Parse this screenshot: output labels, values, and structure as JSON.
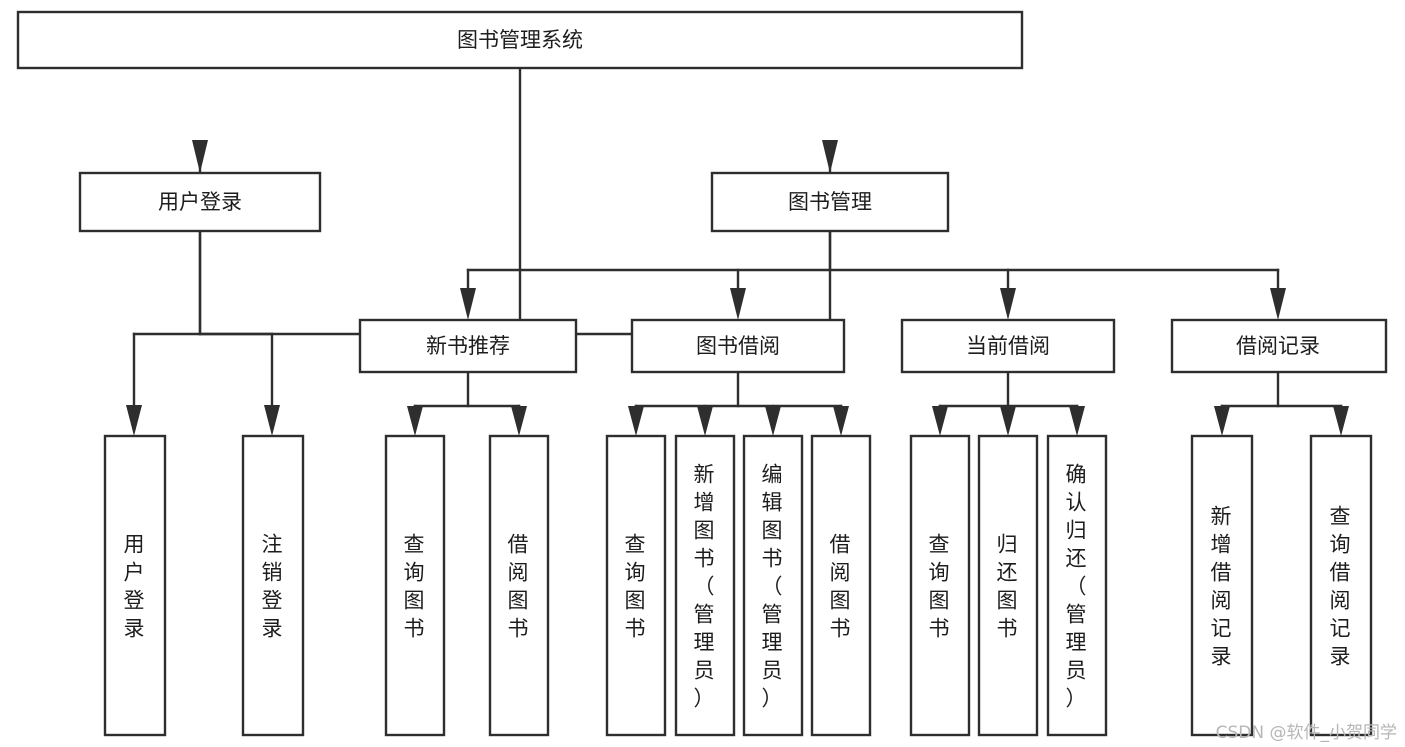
{
  "diagram": {
    "type": "tree-hierarchy",
    "title": "图书管理系统",
    "background_color": "#ffffff",
    "line_color": "#2e2e2e",
    "box_fill": "#ffffff",
    "text_color": "#1d1d1d",
    "orientation": "top-down",
    "root": {
      "id": "root",
      "label": "图书管理系统",
      "text_direction": "horizontal"
    },
    "level2": [
      {
        "id": "user-login",
        "label": "用户登录",
        "text_direction": "horizontal"
      },
      {
        "id": "book-manage",
        "label": "图书管理",
        "text_direction": "horizontal"
      }
    ],
    "level3": [
      {
        "id": "new-book-recommend",
        "label": "新书推荐",
        "parent": "book-manage",
        "text_direction": "horizontal"
      },
      {
        "id": "book-borrow",
        "label": "图书借阅",
        "parent": "book-manage",
        "text_direction": "horizontal"
      },
      {
        "id": "current-borrow",
        "label": "当前借阅",
        "parent": "book-manage",
        "text_direction": "horizontal"
      },
      {
        "id": "borrow-record",
        "label": "借阅记录",
        "parent": "book-manage",
        "text_direction": "horizontal"
      }
    ],
    "leaves": [
      {
        "id": "leaf-user-login",
        "label": "用户登录",
        "parent": "user-login",
        "text_direction": "vertical"
      },
      {
        "id": "leaf-logout-login",
        "label": "注销登录",
        "parent": "user-login",
        "text_direction": "vertical"
      },
      {
        "id": "leaf-query-book-1",
        "label": "查询图书",
        "parent": "new-book-recommend",
        "text_direction": "vertical"
      },
      {
        "id": "leaf-borrow-book-1",
        "label": "借阅图书",
        "parent": "new-book-recommend",
        "text_direction": "vertical"
      },
      {
        "id": "leaf-query-book-2",
        "label": "查询图书",
        "parent": "book-borrow",
        "text_direction": "vertical"
      },
      {
        "id": "leaf-add-book",
        "label": "新增图书（管理员）",
        "parent": "book-borrow",
        "text_direction": "vertical"
      },
      {
        "id": "leaf-edit-book",
        "label": "编辑图书（管理员）",
        "parent": "book-borrow",
        "text_direction": "vertical"
      },
      {
        "id": "leaf-borrow-book-2",
        "label": "借阅图书",
        "parent": "book-borrow",
        "text_direction": "vertical"
      },
      {
        "id": "leaf-query-book-3",
        "label": "查询图书",
        "parent": "current-borrow",
        "text_direction": "vertical"
      },
      {
        "id": "leaf-return-book",
        "label": "归还图书",
        "parent": "current-borrow",
        "text_direction": "vertical"
      },
      {
        "id": "leaf-confirm-return",
        "label": "确认归还（管理员）",
        "parent": "current-borrow",
        "text_direction": "vertical"
      },
      {
        "id": "leaf-add-record",
        "label": "新增借阅记录",
        "parent": "borrow-record",
        "text_direction": "vertical"
      },
      {
        "id": "leaf-query-record",
        "label": "查询借阅记录",
        "parent": "borrow-record",
        "text_direction": "vertical"
      }
    ]
  },
  "watermark": {
    "text": "CSDN @软件_小贺同学"
  }
}
